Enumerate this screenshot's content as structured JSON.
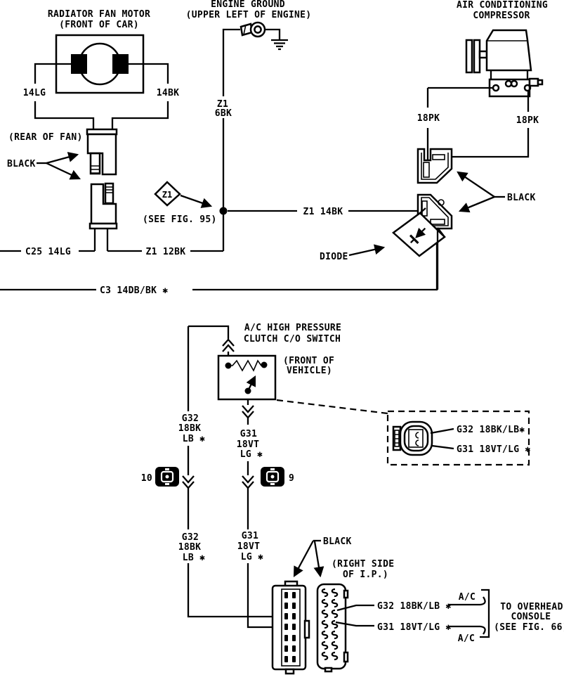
{
  "colors": {
    "ink": "#000000",
    "paper": "#ffffff"
  },
  "section1": {
    "fan": {
      "title1": "RADIATOR FAN MOTOR",
      "title2": "(FRONT OF CAR)",
      "rear": "(REAR OF FAN)",
      "black": "BLACK",
      "w_left": "14LG",
      "w_right": "14BK",
      "w_c25": "C25 14LG",
      "w_z1_12": "Z1 12BK"
    },
    "ground": {
      "title1": "ENGINE GROUND",
      "title2": "(UPPER LEFT OF ENGINE)",
      "w_z1_a": "Z1",
      "w_z1_b": "6BK"
    },
    "compressor": {
      "title1": "AIR CONDITIONING",
      "title2": "COMPRESSOR",
      "w_pk_left": "18PK",
      "w_pk_right": "18PK",
      "black": "BLACK",
      "diode": "DIODE"
    },
    "z1_ref": {
      "code": "Z1",
      "see": "(SEE FIG. 95)"
    },
    "w_z1_14": "Z1 14BK",
    "w_c3": "C3 14DB/BK ✱"
  },
  "section2": {
    "sw": {
      "title1": "A/C HIGH PRESSURE",
      "title2": "CLUTCH C/O SWITCH",
      "loc1": "(FRONT OF",
      "loc2": "VEHICLE)"
    },
    "g32_top": {
      "a": "G32",
      "b": "18BK",
      "c": "LB ✱"
    },
    "g31_top": {
      "a": "G31",
      "b": "18VT",
      "c": "LG ✱"
    },
    "conn10": "10",
    "conn9": "9",
    "g32_bot": {
      "a": "G32",
      "b": "18BK",
      "c": "LB ✱"
    },
    "g31_bot": {
      "a": "G31",
      "b": "18VT",
      "c": "LG ✱"
    },
    "inset": {
      "g32": "G32 18BK/LB✱",
      "g31": "G31 18VT/LG ✱"
    },
    "black": "BLACK",
    "loc1": "(RIGHT SIDE",
    "loc2": "OF I.P.)",
    "out_g32": "G32 18BK/LB ✱",
    "out_g31": "G31 18VT/LG ✱",
    "ac_top": "A/C",
    "ac_bot": "A/C",
    "dest1": "TO OVERHEAD",
    "dest2": "CONSOLE",
    "dest3": "(SEE FIG. 66)"
  }
}
